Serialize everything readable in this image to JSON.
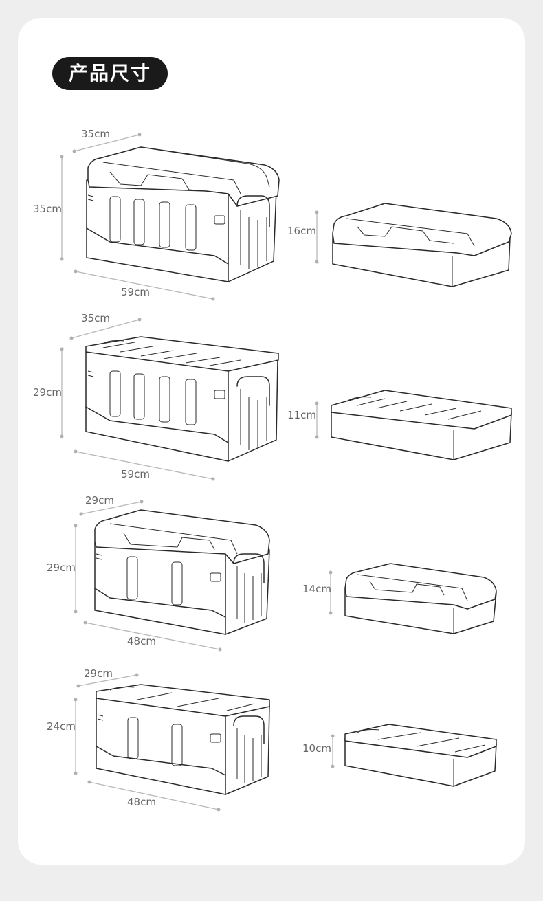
{
  "section_title": "产品尺寸",
  "rows": [
    {
      "depth": "35cm",
      "height": "35cm",
      "width": "59cm",
      "folded_height": "16cm",
      "variant": "dome-lid"
    },
    {
      "depth": "35cm",
      "height": "29cm",
      "width": "59cm",
      "folded_height": "11cm",
      "variant": "flat-lid"
    },
    {
      "depth": "29cm",
      "height": "29cm",
      "width": "48cm",
      "folded_height": "14cm",
      "variant": "dome-lid"
    },
    {
      "depth": "29cm",
      "height": "24cm",
      "width": "48cm",
      "folded_height": "10cm",
      "variant": "flat-lid"
    }
  ]
}
